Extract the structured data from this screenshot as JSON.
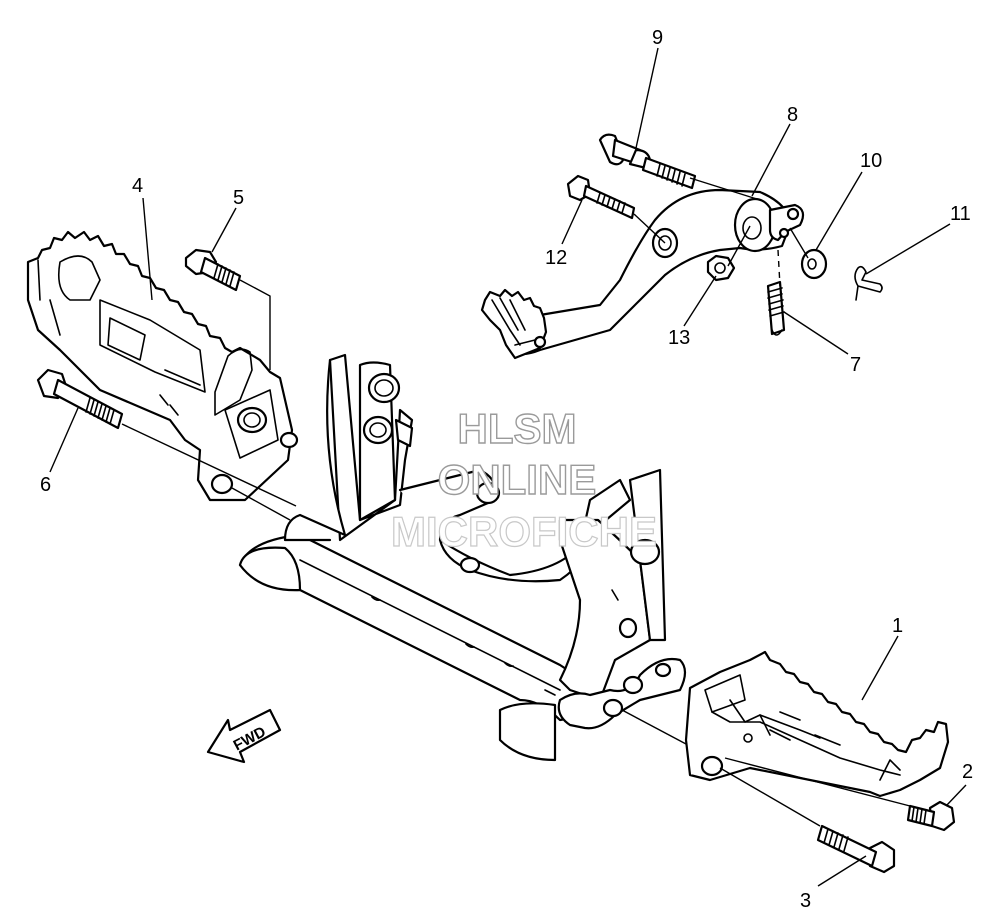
{
  "callouts": [
    {
      "id": "1",
      "label": "1"
    },
    {
      "id": "2",
      "label": "2"
    },
    {
      "id": "3",
      "label": "3"
    },
    {
      "id": "4",
      "label": "4"
    },
    {
      "id": "5",
      "label": "5"
    },
    {
      "id": "6",
      "label": "6"
    },
    {
      "id": "7",
      "label": "7"
    },
    {
      "id": "8",
      "label": "8"
    },
    {
      "id": "9",
      "label": "9"
    },
    {
      "id": "10",
      "label": "10"
    },
    {
      "id": "11",
      "label": "11"
    },
    {
      "id": "12",
      "label": "12"
    },
    {
      "id": "13",
      "label": "13"
    }
  ],
  "watermark": {
    "line1": "HLSM",
    "line2": "ONLINE",
    "line3": "MICROFICHE"
  },
  "direction_marker": {
    "label": "FWD",
    "icon": "fwd-arrow-icon"
  },
  "colors": {
    "line": "#000000",
    "background": "#ffffff",
    "watermark_outline": "#9a9a9a"
  }
}
